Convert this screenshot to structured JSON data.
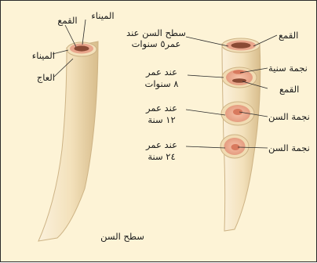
{
  "left_tooth": {
    "label_enamel_top": "الميناء",
    "label_crown_top": "القمع",
    "label_enamel_side": "الميناء",
    "label_dentine": "العاج",
    "label_tooth_surface_bottom": "سطح السن"
  },
  "right_tooth": {
    "label_surface_age5_line1": "سطح السن عند",
    "label_surface_age5_line2": "عمر٥ سنوات",
    "label_age8_line1": "عند عمر",
    "label_age8_line2": "٨ سنوات",
    "label_age12_line1": "عند عمر",
    "label_age12_line2": "١٢ سنة",
    "label_age24_line1": "عند عمر",
    "label_age24_line2": "٢٤ سنة",
    "label_cup_top": "القمع",
    "label_dental_star_1": "نجمة سنية",
    "label_cup_2": "القمع",
    "label_dental_star_2": "نجمة السن",
    "label_dental_star_3": "نجمة السن"
  },
  "colors": {
    "background": "#fdf3d6",
    "tooth_fill": "#f6e6c4",
    "tooth_shade": "#d9c193",
    "enamel_ring": "#e8a48a",
    "cup": "#8a4a34",
    "star": "#d87a5e",
    "leader_lines": "#2a2a2a"
  }
}
